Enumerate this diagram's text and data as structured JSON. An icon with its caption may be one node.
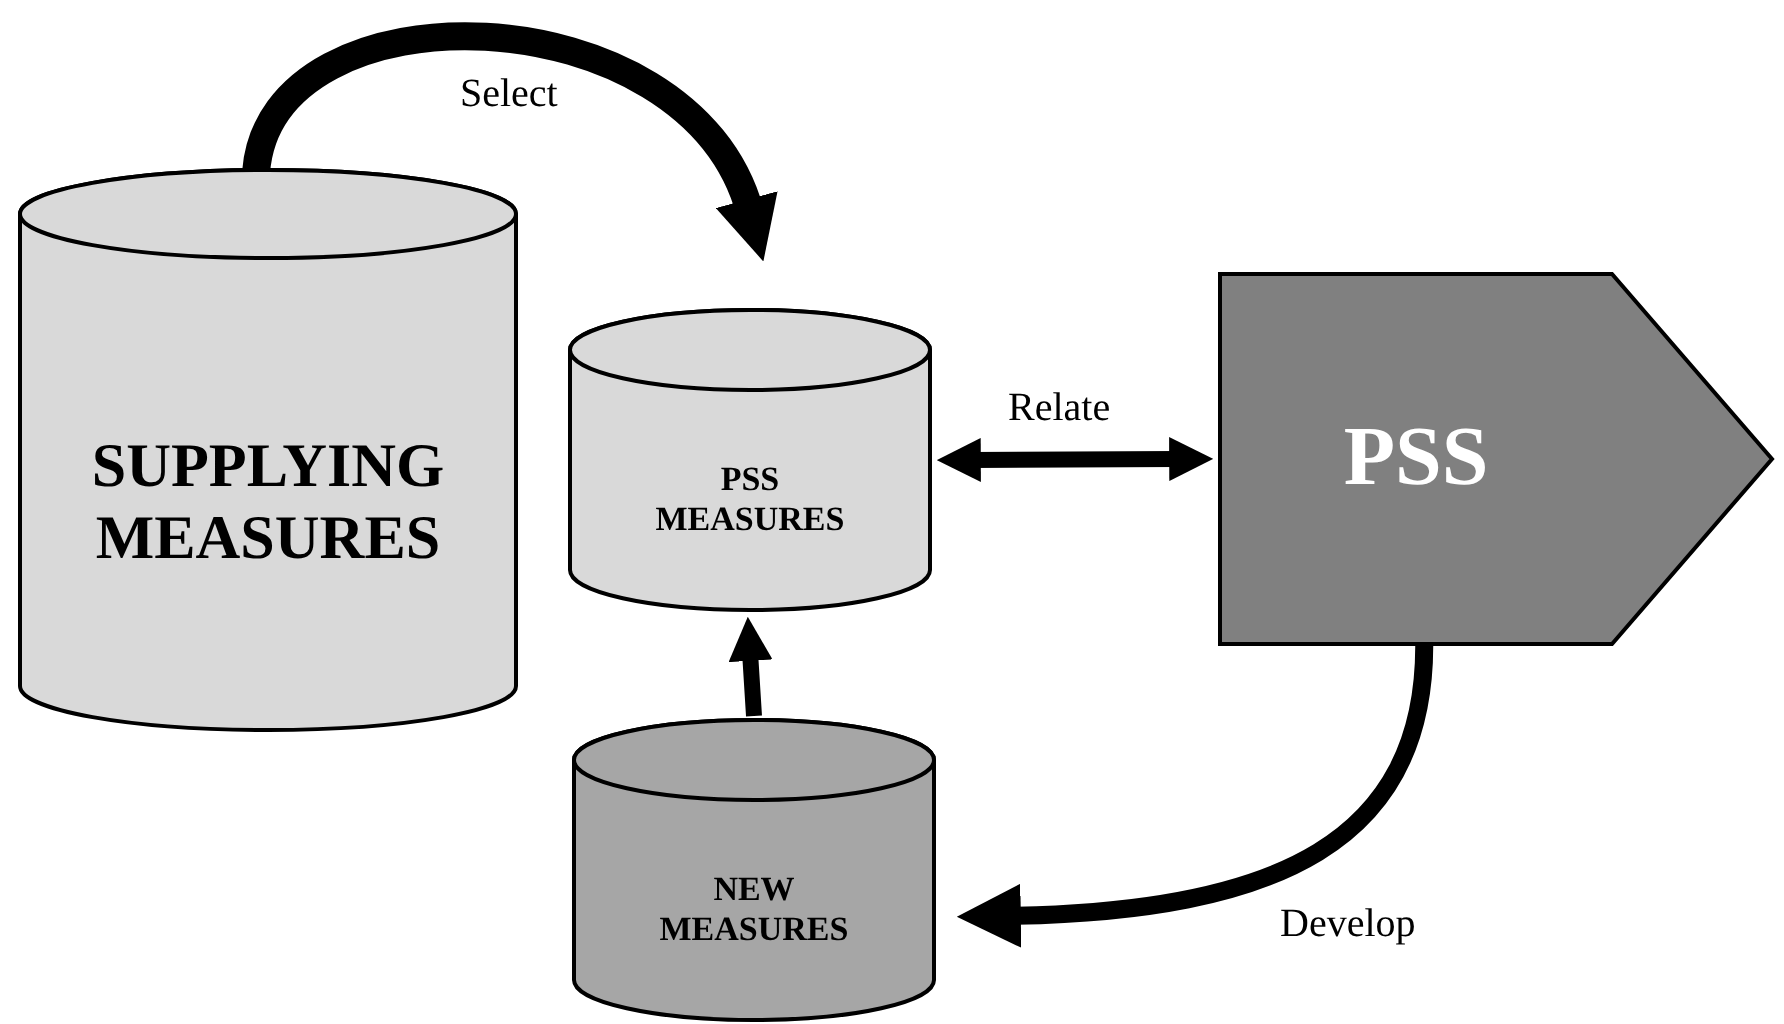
{
  "diagram": {
    "nodes": [
      {
        "text": [
          "SUPPLYING MEASURES"
        ]
      },
      {
        "text": [
          "PSS MEASURES"
        ]
      },
      {
        "text": [
          "PSS"
        ]
      },
      {
        "text": [
          "NEW MEASURES"
        ]
      }
    ],
    "edges": [
      {
        "from": 0,
        "to": 1,
        "arrow": "to",
        "label": "Select"
      },
      {
        "from": 1,
        "to": 2,
        "arrow": "both",
        "label": "Relate"
      },
      {
        "from": 2,
        "to": 3,
        "arrow": "to",
        "label": "Develop"
      },
      {
        "from": 3,
        "to": 1,
        "arrow": "to"
      }
    ]
  }
}
